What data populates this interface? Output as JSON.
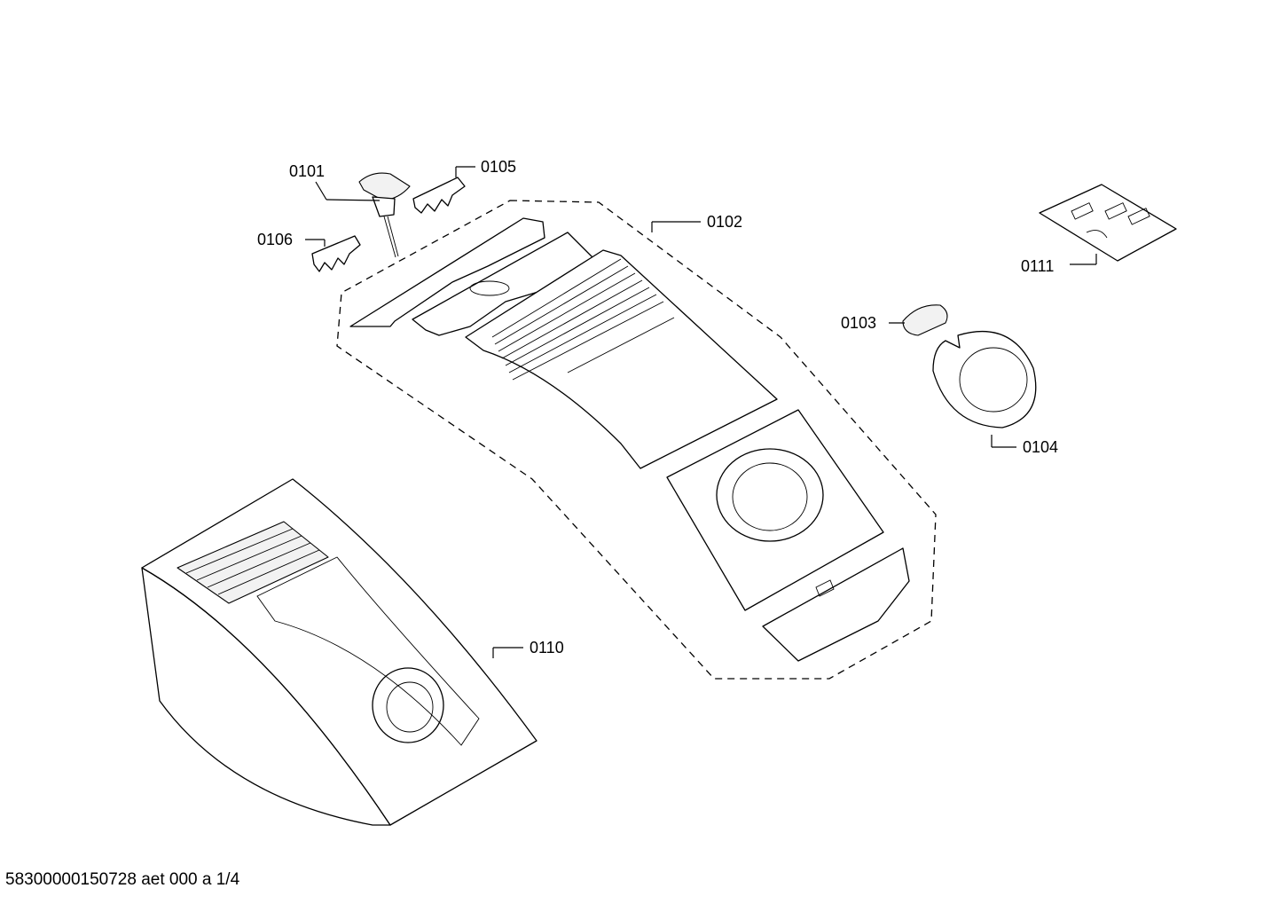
{
  "parts": [
    {
      "id": "0101"
    },
    {
      "id": "0102"
    },
    {
      "id": "0103"
    },
    {
      "id": "0104"
    },
    {
      "id": "0105"
    },
    {
      "id": "0106"
    },
    {
      "id": "0110"
    },
    {
      "id": "0111"
    }
  ],
  "footer": "58300000150728 aet 000 a 1/4"
}
